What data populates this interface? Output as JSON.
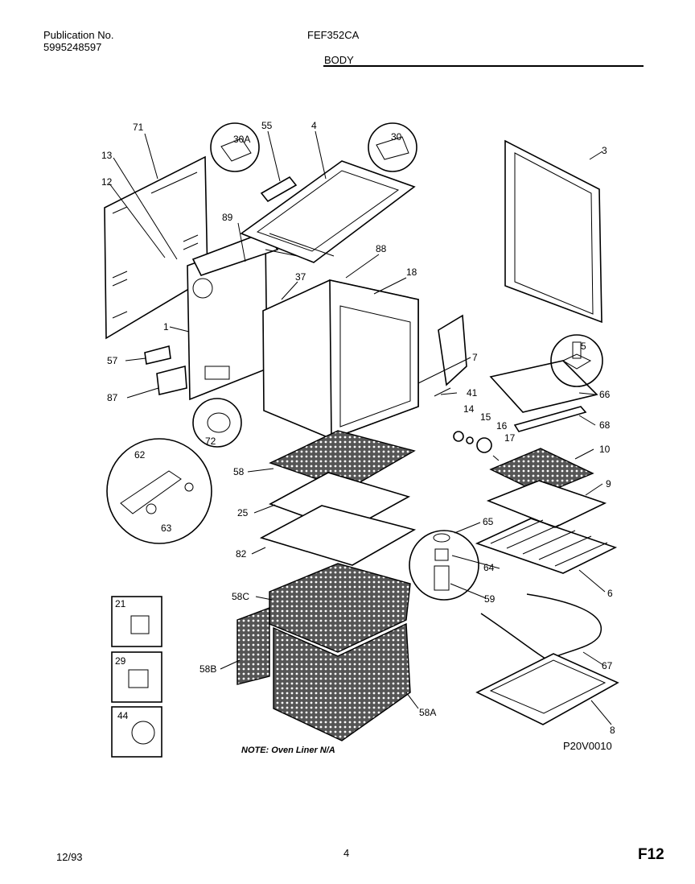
{
  "header": {
    "publication_label": "Publication No.",
    "publication_number": "5995248597",
    "model": "FEF352CA",
    "section": "BODY"
  },
  "footer": {
    "date": "12/93",
    "page": "4",
    "code": "F12"
  },
  "diagram": {
    "note": "NOTE: Oven Liner N/A",
    "drawing_code": "P20V0010",
    "callouts": [
      "71",
      "13",
      "12",
      "55",
      "4",
      "30",
      "30A",
      "89",
      "3",
      "88",
      "18",
      "37",
      "1",
      "57",
      "87",
      "72",
      "7",
      "41",
      "66",
      "5",
      "14",
      "15",
      "16",
      "17",
      "68",
      "62",
      "58",
      "10",
      "9",
      "25",
      "63",
      "65",
      "82",
      "64",
      "6",
      "59",
      "58C",
      "21",
      "29",
      "44",
      "58B",
      "67",
      "58A",
      "8"
    ]
  }
}
